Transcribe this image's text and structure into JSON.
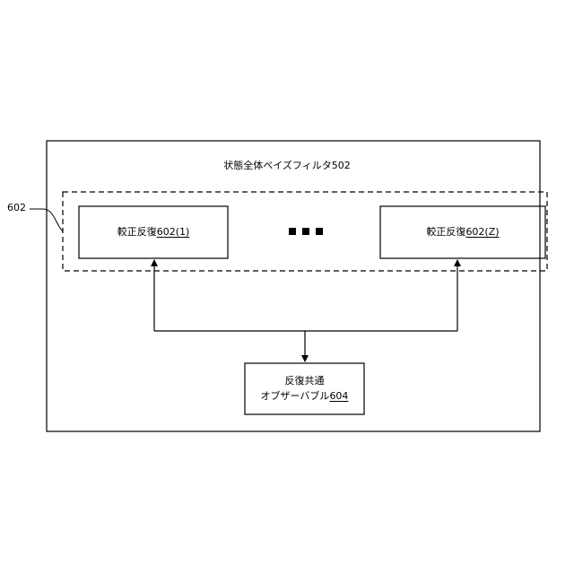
{
  "figure": {
    "outer_box": {
      "prefix": "状態全体ベイズフィルタ",
      "ref": "502"
    },
    "group_ref": "602",
    "box_left": {
      "prefix": "較正反復",
      "ref": "602(1)"
    },
    "box_right": {
      "prefix": "較正反復",
      "ref": "602(Z)"
    },
    "ellipsis": "■ ■ ■",
    "bottom_box": {
      "line1": "反復共通",
      "line2_prefix": "オブザーバブル",
      "ref": "604"
    }
  }
}
